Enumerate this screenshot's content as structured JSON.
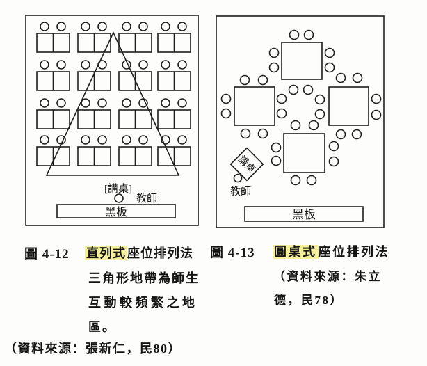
{
  "colors": {
    "ink": "#1c1c1c",
    "paper": "#fdfdfb",
    "highlight": "#f6f09c"
  },
  "figure_left": {
    "number": "圖 4-12",
    "term": "直列式",
    "title_rest": "座位排列法",
    "lines": [
      "三角形地帶為師生",
      "互動較頻繁之地",
      "區。"
    ],
    "source": "（資料來源：張新仁，民80）",
    "diagram": {
      "lectern": "[講桌]",
      "teacher": "教師",
      "blackboard": "黑板"
    }
  },
  "figure_right": {
    "number": "圖 4-13",
    "term": "圓桌式",
    "title_rest": "座位排列法",
    "lines": [
      "（資料來源：朱立",
      "德，民78）"
    ],
    "diagram": {
      "lectern": "講桌",
      "teacher": "教師",
      "blackboard": "黑板"
    }
  }
}
